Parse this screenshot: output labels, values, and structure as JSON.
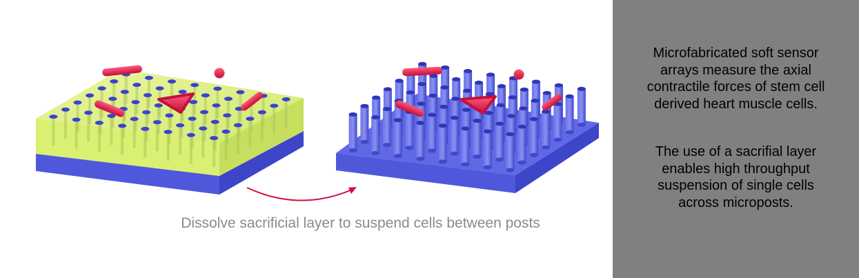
{
  "caption": "Dissolve sacrificial layer to suspend cells between posts",
  "panel": {
    "paragraph1": [
      "Microfabricated soft sensor",
      "arrays measure the axial",
      "contractile forces of stem cell",
      "derived heart muscle cells."
    ],
    "paragraph2": [
      "The use of a sacrifial layer",
      "enables high throughput",
      "suspension of single cells",
      "across microposts."
    ]
  },
  "colors": {
    "base_top": "#6068e6",
    "base_front": "#4f58db",
    "base_side": "#3d46c8",
    "post": "#5a62e0",
    "post_cap": "#2e36b8",
    "sacrificial_layer": "#d8ef6a",
    "cell": "#e0204a",
    "arrow": "#d0103a",
    "panel_bg": "#808080",
    "caption_text": "#8a8a8a"
  },
  "icons": {
    "arrow": "curved-arrow-icon"
  }
}
